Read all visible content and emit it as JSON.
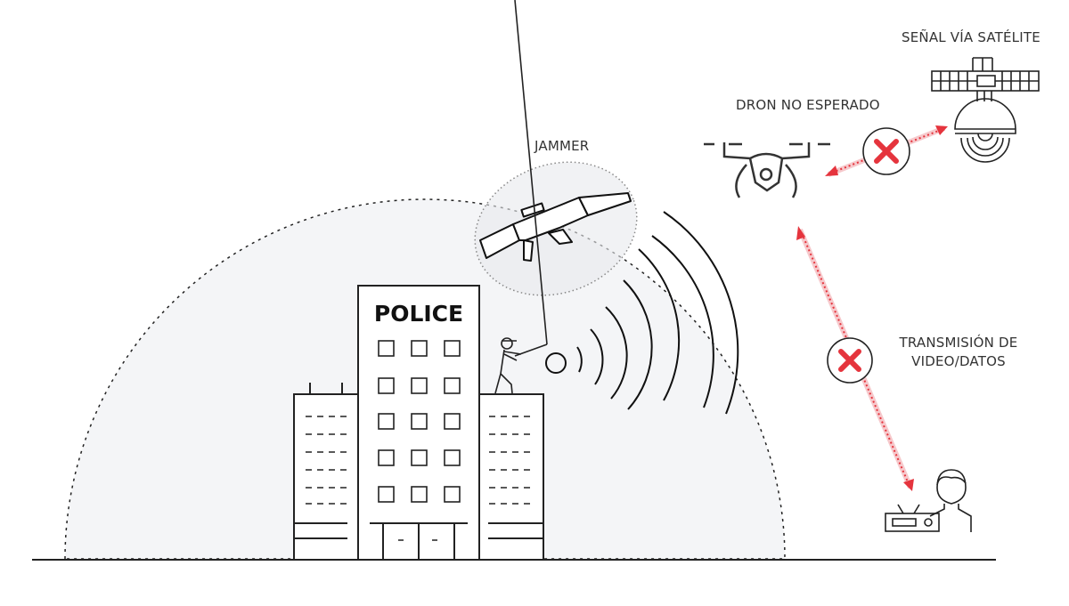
{
  "labels": {
    "jammer": "JAMMER",
    "drone": "DRON NO ESPERADO",
    "satellite": "SEÑAL VÍA SATÉLITE",
    "transmission_line1": "TRANSMISIÓN DE",
    "transmission_line2": "VIDEO/DATOS",
    "police": "POLICE"
  },
  "colors": {
    "accent": "#e5343d",
    "line": "#222222",
    "dome": "#f4f5f7",
    "arrow_band": "#f6c9cc"
  }
}
